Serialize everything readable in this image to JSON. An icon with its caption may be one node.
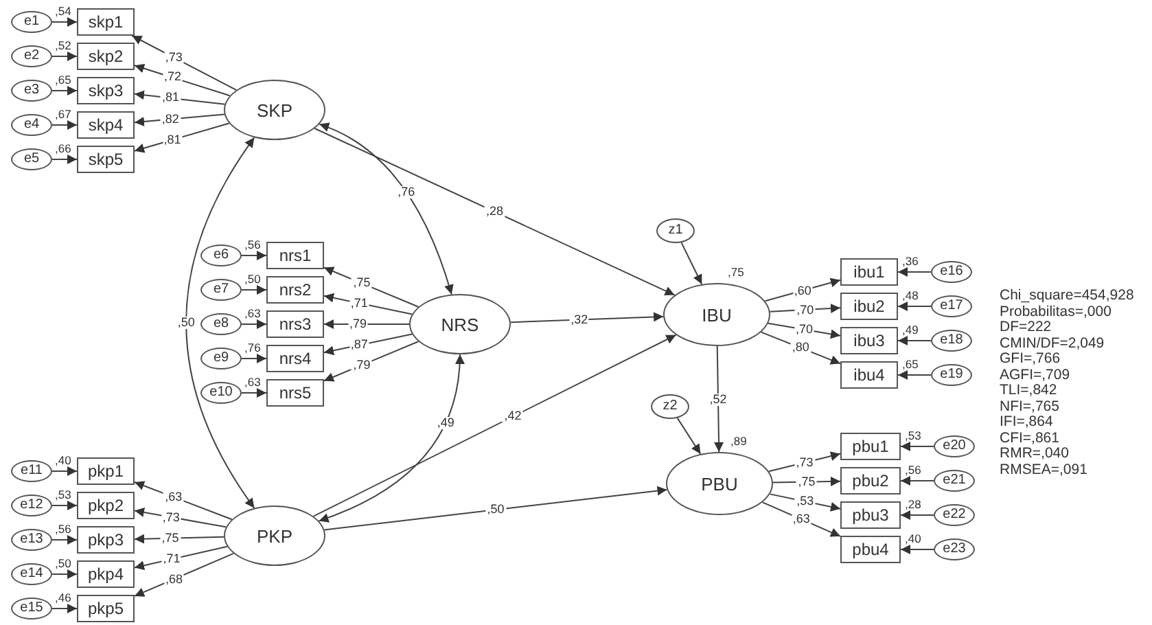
{
  "diagram": {
    "nodes": [
      {
        "text": [
          "e1"
        ]
      },
      {
        "text": [
          "e2"
        ]
      },
      {
        "text": [
          "e3"
        ]
      },
      {
        "text": [
          "e4"
        ]
      },
      {
        "text": [
          "e5"
        ]
      },
      {
        "text": [
          "skp1"
        ],
        "beside": [
          ",54"
        ]
      },
      {
        "text": [
          "skp2"
        ],
        "beside": [
          ",52"
        ]
      },
      {
        "text": [
          "skp3"
        ],
        "beside": [
          ",65"
        ]
      },
      {
        "text": [
          "skp4"
        ],
        "beside": [
          ",67"
        ]
      },
      {
        "text": [
          "skp5"
        ],
        "beside": [
          ",66"
        ]
      },
      {
        "text": [
          "SKP"
        ]
      },
      {
        "text": [
          "e6"
        ]
      },
      {
        "text": [
          "e7"
        ]
      },
      {
        "text": [
          "e8"
        ]
      },
      {
        "text": [
          "e9"
        ]
      },
      {
        "text": [
          "e10"
        ]
      },
      {
        "text": [
          "nrs1"
        ],
        "beside": [
          ",56"
        ]
      },
      {
        "text": [
          "nrs2"
        ],
        "beside": [
          ",50"
        ]
      },
      {
        "text": [
          "nrs3"
        ],
        "beside": [
          ",63"
        ]
      },
      {
        "text": [
          "nrs4"
        ],
        "beside": [
          ",76"
        ]
      },
      {
        "text": [
          "nrs5"
        ],
        "beside": [
          ",63"
        ]
      },
      {
        "text": [
          "NRS"
        ]
      },
      {
        "text": [
          "e11"
        ]
      },
      {
        "text": [
          "e12"
        ]
      },
      {
        "text": [
          "e13"
        ]
      },
      {
        "text": [
          "e14"
        ]
      },
      {
        "text": [
          "e15"
        ]
      },
      {
        "text": [
          "pkp1"
        ],
        "beside": [
          ",40"
        ]
      },
      {
        "text": [
          "pkp2"
        ],
        "beside": [
          ",53"
        ]
      },
      {
        "text": [
          "pkp3"
        ],
        "beside": [
          ",56"
        ]
      },
      {
        "text": [
          "pkp4"
        ],
        "beside": [
          ",50"
        ]
      },
      {
        "text": [
          "pkp5"
        ],
        "beside": [
          ",46"
        ]
      },
      {
        "text": [
          "PKP"
        ]
      },
      {
        "text": [
          "z1"
        ]
      },
      {
        "text": [
          "IBU"
        ],
        "beside": [
          ",75"
        ]
      },
      {
        "text": [
          "ibu1"
        ],
        "beside": [
          ",36"
        ]
      },
      {
        "text": [
          "ibu2"
        ],
        "beside": [
          ",48"
        ]
      },
      {
        "text": [
          "ibu3"
        ],
        "beside": [
          ",49"
        ]
      },
      {
        "text": [
          "ibu4"
        ],
        "beside": [
          ",65"
        ]
      },
      {
        "text": [
          "e16"
        ]
      },
      {
        "text": [
          "e17"
        ]
      },
      {
        "text": [
          "e18"
        ]
      },
      {
        "text": [
          "e19"
        ]
      },
      {
        "text": [
          "z2"
        ]
      },
      {
        "text": [
          "PBU"
        ],
        "beside": [
          ",89"
        ]
      },
      {
        "text": [
          "pbu1"
        ],
        "beside": [
          ",53"
        ]
      },
      {
        "text": [
          "pbu2"
        ],
        "beside": [
          ",56"
        ]
      },
      {
        "text": [
          "pbu3"
        ],
        "beside": [
          ",28"
        ]
      },
      {
        "text": [
          "pbu4"
        ],
        "beside": [
          ",40"
        ]
      },
      {
        "text": [
          "e20"
        ]
      },
      {
        "text": [
          "e21"
        ]
      },
      {
        "text": [
          "e22"
        ]
      },
      {
        "text": [
          "e23"
        ]
      }
    ],
    "edges": [
      {
        "from": 0,
        "to": 5,
        "arrow": "to"
      },
      {
        "from": 1,
        "to": 6,
        "arrow": "to"
      },
      {
        "from": 2,
        "to": 7,
        "arrow": "to"
      },
      {
        "from": 3,
        "to": 8,
        "arrow": "to"
      },
      {
        "from": 4,
        "to": 9,
        "arrow": "to"
      },
      {
        "from": 10,
        "to": 5,
        "arrow": "to",
        "label": ",73"
      },
      {
        "from": 10,
        "to": 6,
        "arrow": "to",
        "label": ",72"
      },
      {
        "from": 10,
        "to": 7,
        "arrow": "to",
        "label": ",81"
      },
      {
        "from": 10,
        "to": 8,
        "arrow": "to",
        "label": ",82"
      },
      {
        "from": 10,
        "to": 9,
        "arrow": "to",
        "label": ",81"
      },
      {
        "from": 11,
        "to": 16,
        "arrow": "to"
      },
      {
        "from": 12,
        "to": 17,
        "arrow": "to"
      },
      {
        "from": 13,
        "to": 18,
        "arrow": "to"
      },
      {
        "from": 14,
        "to": 19,
        "arrow": "to"
      },
      {
        "from": 15,
        "to": 20,
        "arrow": "to"
      },
      {
        "from": 21,
        "to": 16,
        "arrow": "to",
        "label": ",75"
      },
      {
        "from": 21,
        "to": 17,
        "arrow": "to",
        "label": ",71"
      },
      {
        "from": 21,
        "to": 18,
        "arrow": "to",
        "label": ",79"
      },
      {
        "from": 21,
        "to": 19,
        "arrow": "to",
        "label": ",87"
      },
      {
        "from": 21,
        "to": 20,
        "arrow": "to",
        "label": ",79"
      },
      {
        "from": 22,
        "to": 27,
        "arrow": "to"
      },
      {
        "from": 23,
        "to": 28,
        "arrow": "to"
      },
      {
        "from": 24,
        "to": 29,
        "arrow": "to"
      },
      {
        "from": 25,
        "to": 30,
        "arrow": "to"
      },
      {
        "from": 26,
        "to": 31,
        "arrow": "to"
      },
      {
        "from": 32,
        "to": 27,
        "arrow": "to",
        "label": ",63"
      },
      {
        "from": 32,
        "to": 28,
        "arrow": "to",
        "label": ",73"
      },
      {
        "from": 32,
        "to": 29,
        "arrow": "to",
        "label": ",75"
      },
      {
        "from": 32,
        "to": 30,
        "arrow": "to",
        "label": ",71"
      },
      {
        "from": 32,
        "to": 31,
        "arrow": "to",
        "label": ",68"
      },
      {
        "from": 10,
        "to": 21,
        "arrow": "both",
        "label": ",76"
      },
      {
        "from": 10,
        "to": 32,
        "arrow": "both",
        "label": ",50"
      },
      {
        "from": 21,
        "to": 32,
        "arrow": "both",
        "label": ",49"
      },
      {
        "from": 10,
        "to": 34,
        "arrow": "to",
        "label": ",28"
      },
      {
        "from": 21,
        "to": 34,
        "arrow": "to",
        "label": ",32"
      },
      {
        "from": 32,
        "to": 34,
        "arrow": "to",
        "label": ",42"
      },
      {
        "from": 32,
        "to": 44,
        "arrow": "to",
        "label": ",50"
      },
      {
        "from": 34,
        "to": 44,
        "arrow": "to",
        "label": ",52"
      },
      {
        "from": 33,
        "to": 34,
        "arrow": "to"
      },
      {
        "from": 34,
        "to": 35,
        "arrow": "to",
        "label": ",60"
      },
      {
        "from": 34,
        "to": 36,
        "arrow": "to",
        "label": ",70"
      },
      {
        "from": 34,
        "to": 37,
        "arrow": "to",
        "label": ",70"
      },
      {
        "from": 34,
        "to": 38,
        "arrow": "to",
        "label": ",80"
      },
      {
        "from": 39,
        "to": 35,
        "arrow": "to"
      },
      {
        "from": 40,
        "to": 36,
        "arrow": "to"
      },
      {
        "from": 41,
        "to": 37,
        "arrow": "to"
      },
      {
        "from": 42,
        "to": 38,
        "arrow": "to"
      },
      {
        "from": 43,
        "to": 44,
        "arrow": "to"
      },
      {
        "from": 44,
        "to": 45,
        "arrow": "to",
        "label": ",73"
      },
      {
        "from": 44,
        "to": 46,
        "arrow": "to",
        "label": ",75"
      },
      {
        "from": 44,
        "to": 47,
        "arrow": "to",
        "label": ",53"
      },
      {
        "from": 44,
        "to": 48,
        "arrow": "to",
        "label": ",63"
      },
      {
        "from": 49,
        "to": 45,
        "arrow": "to"
      },
      {
        "from": 50,
        "to": 46,
        "arrow": "to"
      },
      {
        "from": 51,
        "to": 47,
        "arrow": "to"
      },
      {
        "from": 52,
        "to": 48,
        "arrow": "to"
      }
    ],
    "labels": [
      "Chi_square=454,928",
      "Probabilitas=,000",
      "DF=222",
      "CMIN/DF=2,049",
      "GFI=,766",
      "AGFI=,709",
      "TLI=,842",
      "NFI=,765",
      "IFI=,864",
      "CFI=,861",
      "RMR=,040",
      "RMSEA=,091"
    ]
  }
}
